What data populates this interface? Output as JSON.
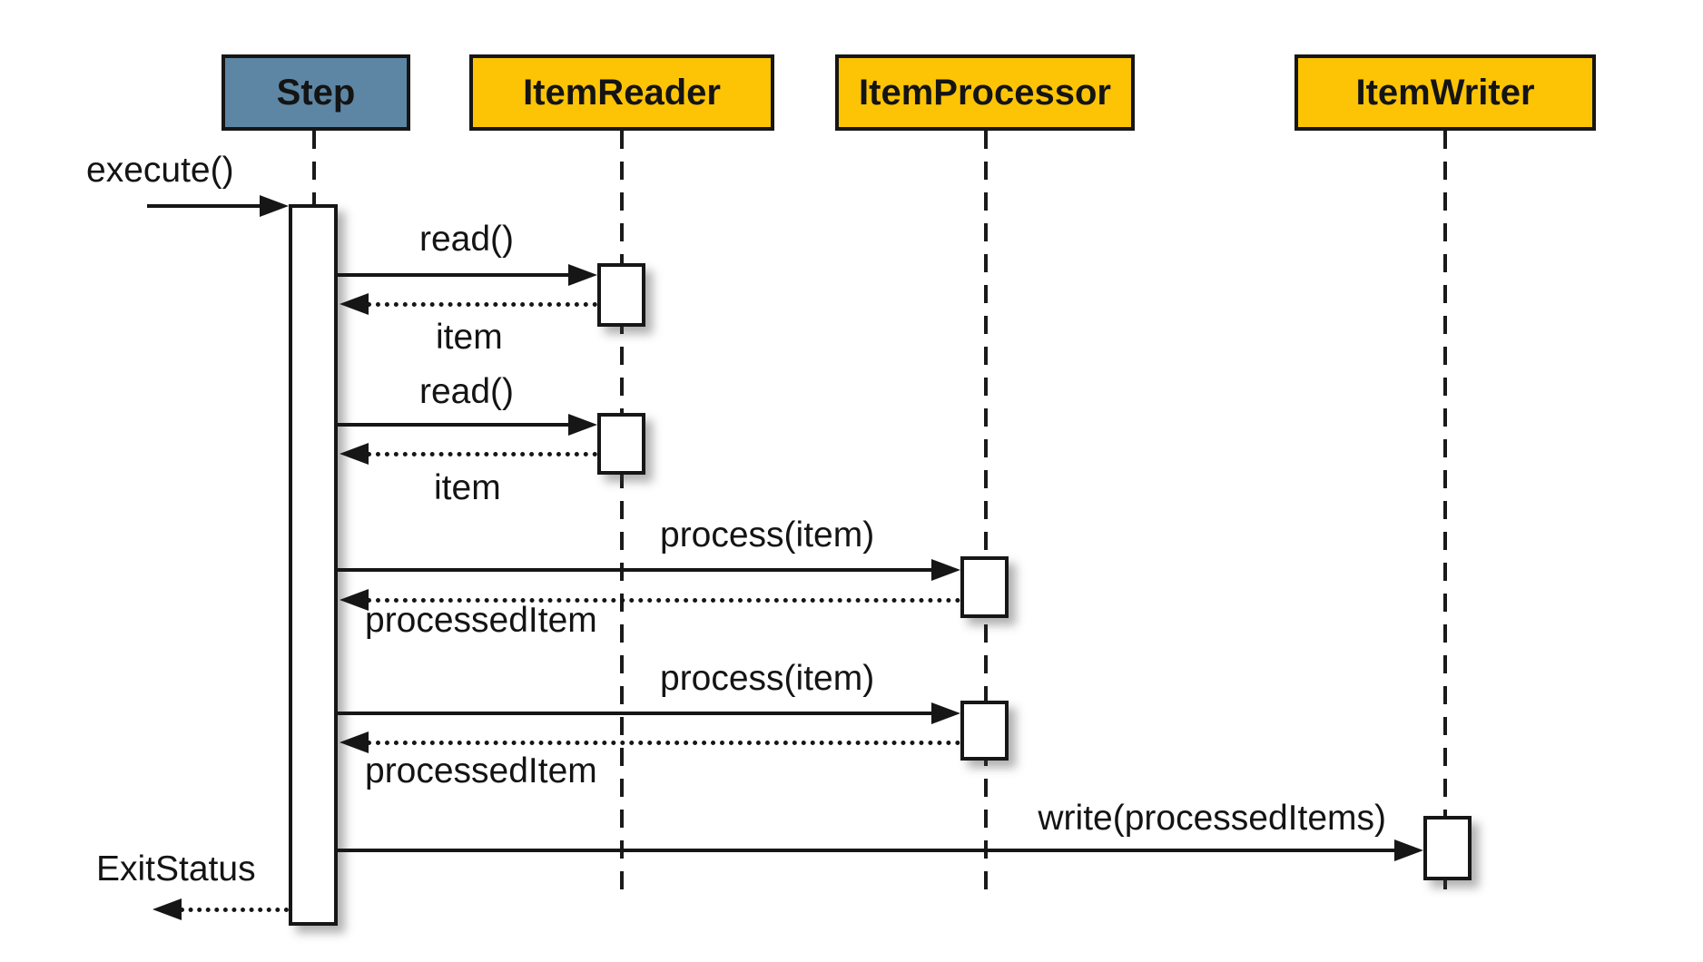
{
  "diagram_type": "uml-sequence-diagram",
  "actors": [
    {
      "id": "step",
      "label": "Step",
      "fill_key": "step_header"
    },
    {
      "id": "item-reader",
      "label": "ItemReader",
      "fill_key": "participant_header"
    },
    {
      "id": "item-processor",
      "label": "ItemProcessor",
      "fill_key": "participant_header"
    },
    {
      "id": "item-writer",
      "label": "ItemWriter",
      "fill_key": "participant_header"
    }
  ],
  "messages": [
    {
      "id": "execute",
      "label": "execute()",
      "kind": "call",
      "from": "caller",
      "to": "step"
    },
    {
      "id": "read-1",
      "label": "read()",
      "kind": "call",
      "from": "step",
      "to": "item-reader"
    },
    {
      "id": "item-1",
      "label": "item",
      "kind": "return",
      "from": "item-reader",
      "to": "step"
    },
    {
      "id": "read-2",
      "label": "read()",
      "kind": "call",
      "from": "step",
      "to": "item-reader"
    },
    {
      "id": "item-2",
      "label": "item",
      "kind": "return",
      "from": "item-reader",
      "to": "step"
    },
    {
      "id": "process-1",
      "label": "process(item)",
      "kind": "call",
      "from": "step",
      "to": "item-processor"
    },
    {
      "id": "processed-item-1",
      "label": "processedItem",
      "kind": "return",
      "from": "item-processor",
      "to": "step"
    },
    {
      "id": "process-2",
      "label": "process(item)",
      "kind": "call",
      "from": "step",
      "to": "item-processor"
    },
    {
      "id": "processed-item-2",
      "label": "processedItem",
      "kind": "return",
      "from": "item-processor",
      "to": "step"
    },
    {
      "id": "write",
      "label": "write(processedItems)",
      "kind": "call",
      "from": "step",
      "to": "item-writer"
    },
    {
      "id": "exit-status",
      "label": "ExitStatus",
      "kind": "return",
      "from": "step",
      "to": "caller"
    }
  ],
  "colors": {
    "step_header": "#5d86a4",
    "participant_header": "#fcc405",
    "line": "#161616",
    "activation_fill": "#ffffff",
    "background": "#ffffff"
  }
}
